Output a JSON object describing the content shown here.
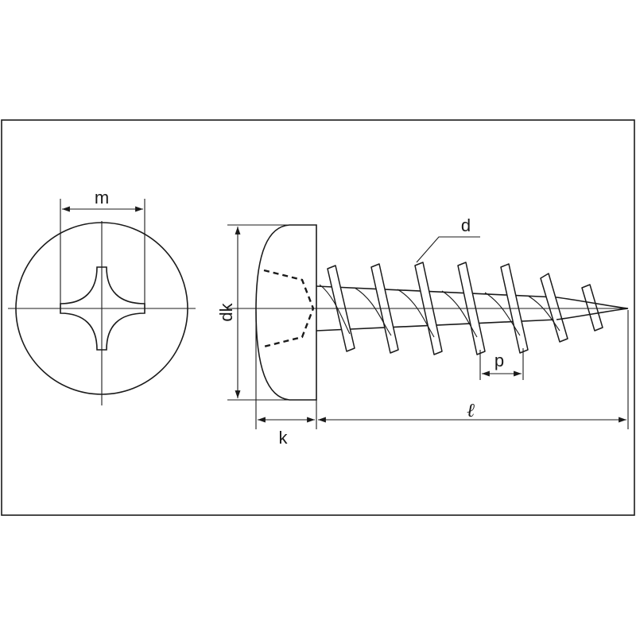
{
  "labels": {
    "m": "m",
    "d": "d",
    "dk": "dk",
    "k": "k",
    "p": "p",
    "l": "ℓ"
  },
  "colors": {
    "line": "#1a1a1a",
    "background": "#ffffff"
  }
}
